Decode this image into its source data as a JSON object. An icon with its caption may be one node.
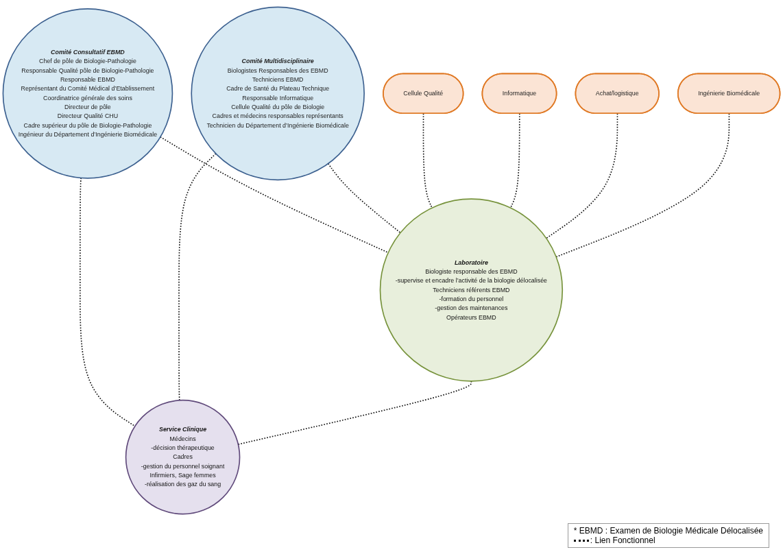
{
  "diagram": {
    "nodes": [
      {
        "text": [
          "Comité Consultatif EBMD",
          "Chef de pôle de Biologie-Pathologie",
          "Responsable Qualité pôle de Biologie-Pathologie",
          "Responsable EBMD",
          "Représentant du Comité Médical d’Etablissement",
          "Coordinatrice générale des soins",
          "Directeur de pôle",
          "Directeur Qualité CHU",
          "Cadre supérieur du pôle de Biologie-Pathologie",
          "Ingénieur du Département d’Ingénierie Biomédicale"
        ]
      },
      {
        "text": [
          "Comité Multidisciplinaire",
          "Biologistes Responsables des EBMD",
          "Techniciens EBMD",
          "Cadre de Santé du Plateau Technique",
          "Responsable Informatique",
          "Cellule Qualité du pôle de Biologie",
          "Cadres et médecins responsables représentants",
          "Technicien du Département d’Ingénierie Biomédicale"
        ]
      },
      {
        "text": [
          "Laboratoire",
          "Biologiste responsable des EBMD",
          "-supervise et encadre l’activité de la biologie délocalisée",
          "Techniciens référents EBMD",
          "-formation du personnel",
          "-gestion des maintenances",
          "Opérateurs EBMD"
        ]
      },
      {
        "text": [
          "Service Clinique",
          "Médecins",
          "-décision thérapeutique",
          "Cadres",
          "-gestion du personnel soignant",
          "Infirmiers, Sage femmes",
          "-réalisation des gaz du sang"
        ]
      },
      {
        "text": [
          "Cellule Qualité"
        ]
      },
      {
        "text": [
          "Informatique"
        ]
      },
      {
        "text": [
          "Achat/logistique"
        ]
      },
      {
        "text": [
          "Ingénierie Biomédicale"
        ]
      }
    ],
    "edges": [
      {
        "from": 0,
        "to": 2,
        "arrow": "none",
        "style": "dashed"
      },
      {
        "from": 0,
        "to": 3,
        "arrow": "none",
        "style": "dashed"
      },
      {
        "from": 1,
        "to": 2,
        "arrow": "none",
        "style": "dashed"
      },
      {
        "from": 1,
        "to": 3,
        "arrow": "none",
        "style": "dashed"
      },
      {
        "from": 2,
        "to": 3,
        "arrow": "none",
        "style": "dashed"
      },
      {
        "from": 4,
        "to": 2,
        "arrow": "none",
        "style": "dashed"
      },
      {
        "from": 5,
        "to": 2,
        "arrow": "none",
        "style": "dashed"
      },
      {
        "from": 6,
        "to": 2,
        "arrow": "none",
        "style": "dashed"
      },
      {
        "from": 7,
        "to": 2,
        "arrow": "none",
        "style": "dashed"
      }
    ],
    "labels": [
      "* EBMD : Examen de Biologie Médicale Délocalisée"
    ],
    "legend": [
      {
        "text": ": Lien Fonctionnel"
      }
    ]
  }
}
